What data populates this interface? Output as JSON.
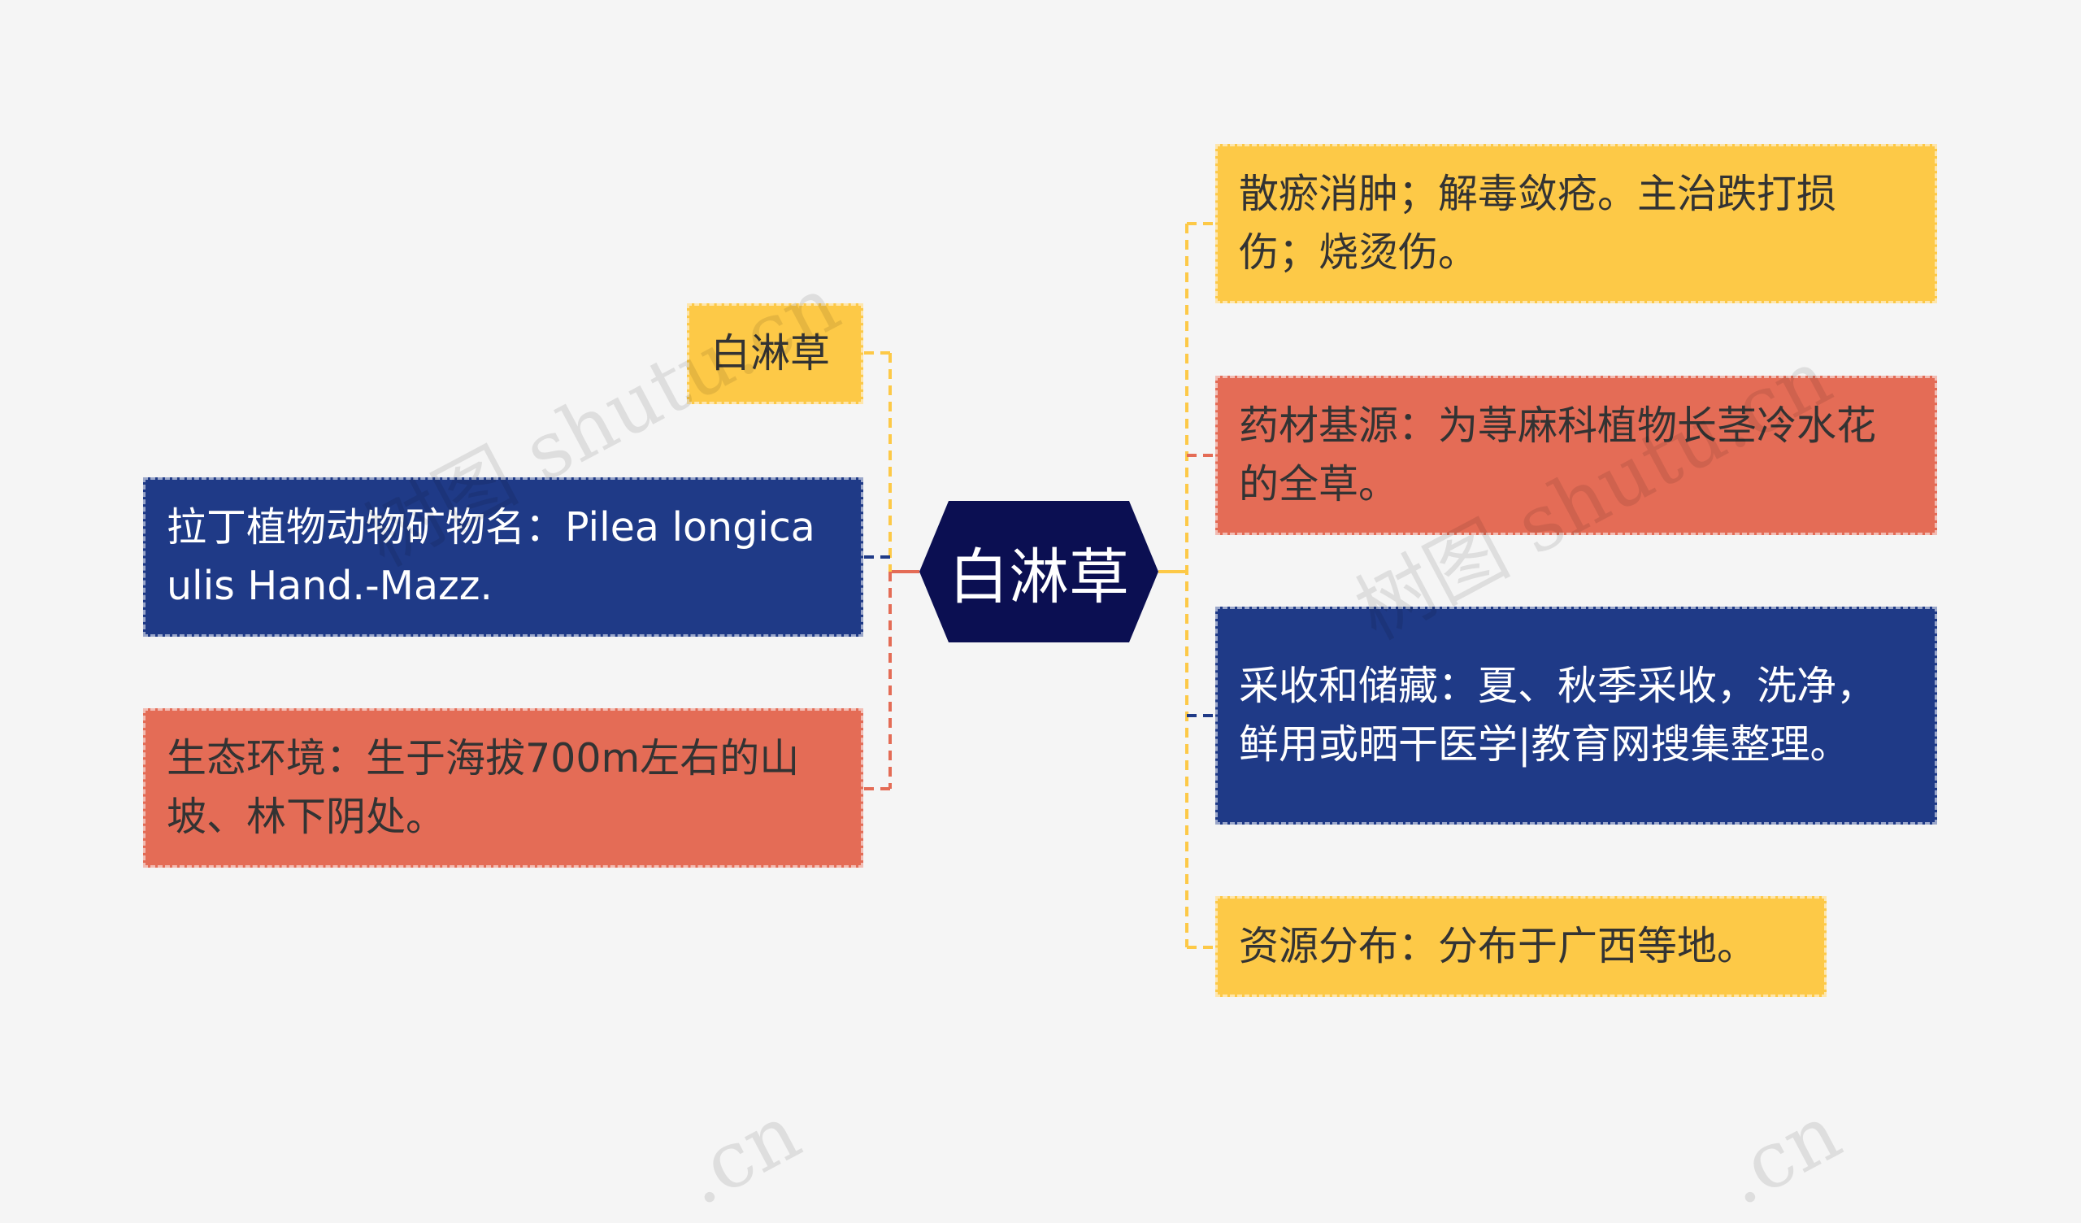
{
  "root": {
    "label": "白淋草"
  },
  "left_nodes": [
    {
      "text": "白淋草"
    },
    {
      "text": "拉丁植物动物矿物名：Pilea longicaulis Hand.-Mazz."
    },
    {
      "text": "生态环境：生于海拔700m左右的山坡、林下阴处。"
    }
  ],
  "right_nodes": [
    {
      "text": "散瘀消肿；解毒敛疮。主治跌打损伤；烧烫伤。"
    },
    {
      "text": "药材基源：为荨麻科植物长茎冷水花的全草。"
    },
    {
      "text": "采收和储藏：夏、秋季采收，洗净，鲜用或晒干医学|教育网搜集整理。"
    },
    {
      "text": "资源分布：分布于广西等地。"
    }
  ],
  "watermarks": [
    "树图 shutu.cn",
    "树图 shutu.cn",
    ".cn",
    ".cn"
  ],
  "colors": {
    "background": "#f5f5f5",
    "root": "#0b0f52",
    "yellow": "#fdc947",
    "red": "#e46c56",
    "blue": "#1f3a87",
    "text_dark": "#333333",
    "text_light": "#ffffff"
  }
}
